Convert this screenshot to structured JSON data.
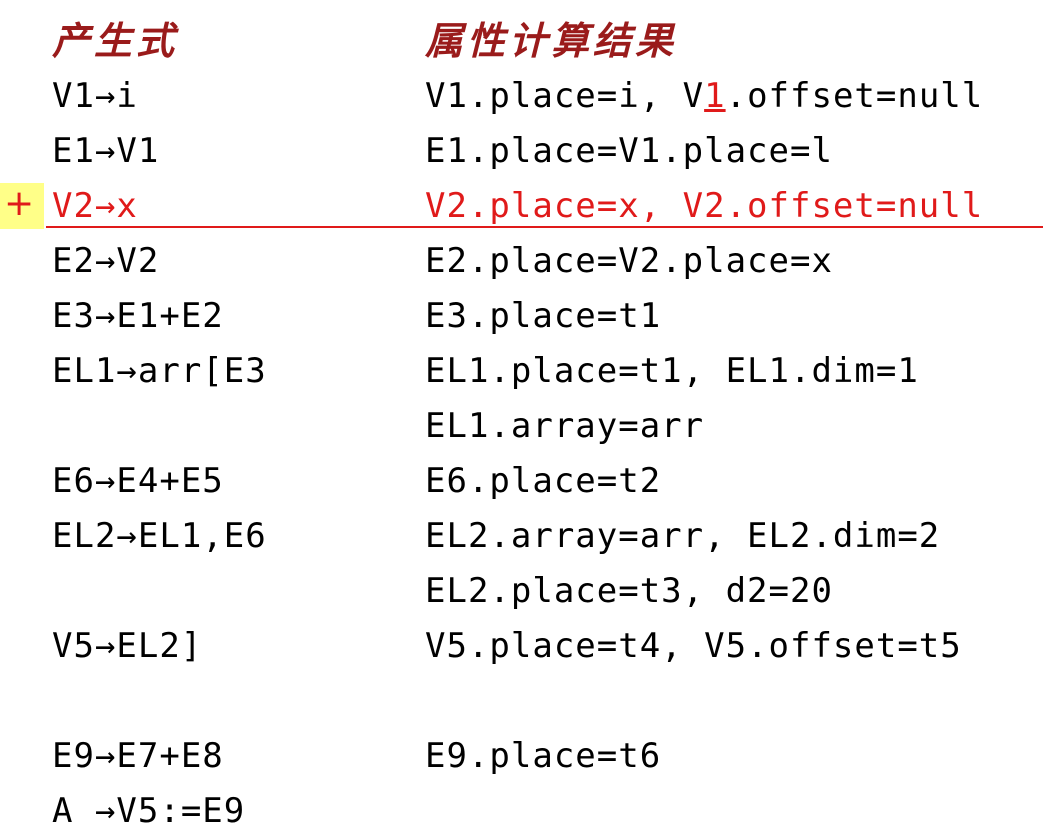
{
  "headers": {
    "production": "产生式",
    "attributes": "属性计算结果"
  },
  "marker": "+",
  "rows": [
    {
      "production": "V1→i",
      "attr_pre": "V1.place=i,  V",
      "attr_mark": "1",
      "attr_post": ".offset=null"
    },
    {
      "production": "E1→V1",
      "attr": "E1.place=V1.place=l"
    },
    {
      "production": "V2→x",
      "attr": "V2.place=x,  V2.offset=null"
    },
    {
      "production": "E2→V2",
      "attr": "E2.place=V2.place=x"
    },
    {
      "production": "E3→E1+E2",
      "attr": "E3.place=t1"
    },
    {
      "production": "EL1→arr[E3",
      "attr": "EL1.place=t1, EL1.dim=1"
    },
    {
      "production": "",
      "attr": "EL1.array=arr"
    },
    {
      "production": "E6→E4+E5",
      "attr": "E6.place=t2"
    },
    {
      "production": "EL2→EL1,E6",
      "attr": "EL2.array=arr, EL2.dim=2"
    },
    {
      "production": "",
      "attr": "EL2.place=t3, d2=20"
    },
    {
      "production": "V5→EL2]",
      "attr": "V5.place=t4, V5.offset=t5"
    },
    {
      "production": "E9→E7+E8",
      "attr": "E9.place=t6"
    },
    {
      "production": "A →V5:=E9",
      "attr": ""
    }
  ],
  "colors": {
    "header": "#9a1b1b",
    "highlight": "#e01a1a",
    "marker_bg": "#ffff88",
    "text": "#000000"
  }
}
